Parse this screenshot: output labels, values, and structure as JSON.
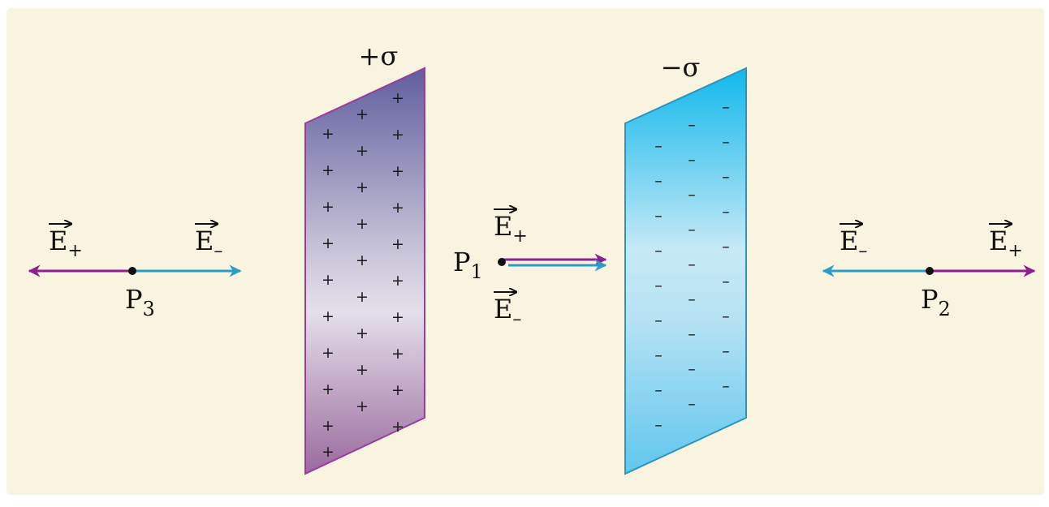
{
  "colors": {
    "background": "#f8f4df",
    "frame": "#ffffff",
    "positive_field": "#8e1f8e",
    "negative_field": "#2b9cc4",
    "positive_plate_top": "#5f5e9e",
    "positive_plate_bottom": "#9a6a9e",
    "positive_plate_border": "#9b3b9b",
    "negative_plate_top": "#10b8ec",
    "negative_plate_border": "#2f93c0"
  },
  "plates": {
    "positive": {
      "label": "+σ",
      "charge_symbol": "+"
    },
    "negative": {
      "label": "−σ",
      "charge_symbol": "–"
    }
  },
  "points": {
    "p1": {
      "letter": "P",
      "subscript": "1"
    },
    "p2": {
      "letter": "P",
      "subscript": "2"
    },
    "p3": {
      "letter": "P",
      "subscript": "3"
    }
  },
  "fields": {
    "e_plus": {
      "letter": "E",
      "subscript": "+"
    },
    "e_minus": {
      "letter": "E",
      "subscript": "–"
    }
  }
}
